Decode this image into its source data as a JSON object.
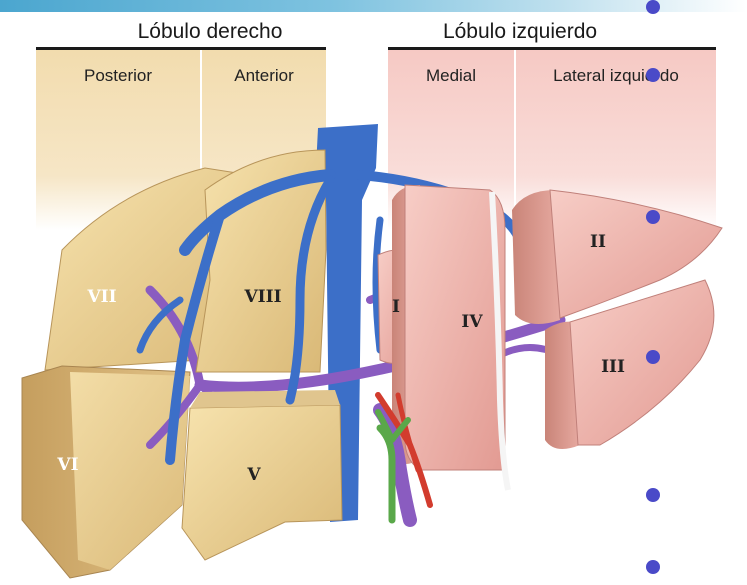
{
  "header": {
    "right_lobe": "Lóbulo derecho",
    "left_lobe": "Lóbulo izquierdo"
  },
  "sectors": {
    "posterior": "Posterior",
    "anterior": "Anterior",
    "medial": "Medial",
    "lateral": "Lateral izquierdo"
  },
  "segments": {
    "s1": "I",
    "s2": "II",
    "s3": "III",
    "s4": "IV",
    "s5": "V",
    "s6": "VI",
    "s7": "VII",
    "s8": "VIII"
  },
  "colors": {
    "right_band": "#f2dcae",
    "left_band": "#f6c9c4",
    "right_segment": "#f4dc9c",
    "left_segment": "#f3b7b1",
    "hepatic_vein": "#3c6fc8",
    "portal_vein": "#8a5cc0",
    "artery": "#d23c2e",
    "bile_duct": "#5aa84a",
    "bullet": "#4a4ac8"
  }
}
